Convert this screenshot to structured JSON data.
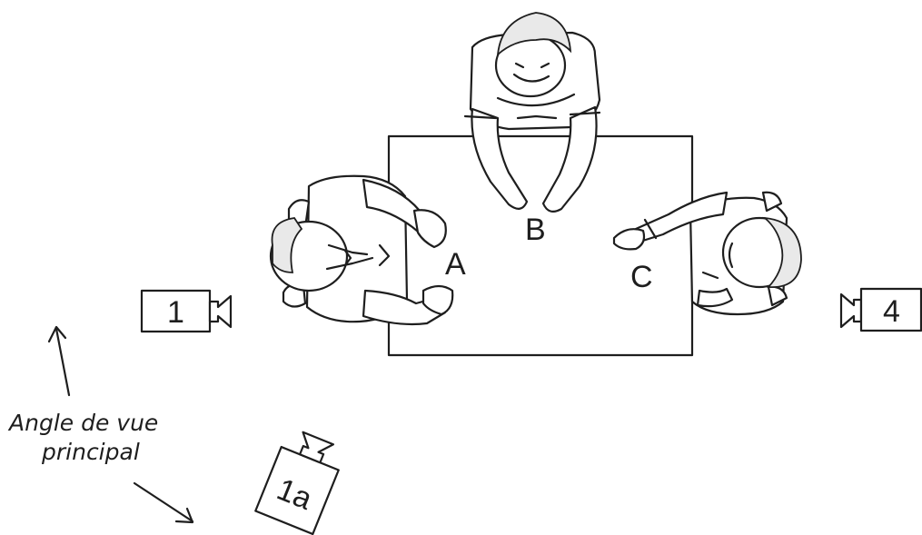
{
  "diagram": {
    "people": [
      {
        "label": "A"
      },
      {
        "label": "B"
      },
      {
        "label": "C"
      }
    ],
    "cameras": [
      {
        "label": "1"
      },
      {
        "label": "1a"
      },
      {
        "label": "4"
      }
    ],
    "caption": {
      "line1": "Angle de vue",
      "line2": "principal"
    },
    "colors": {
      "ink": "#1e1e1e",
      "paper": "#ffffff"
    }
  }
}
